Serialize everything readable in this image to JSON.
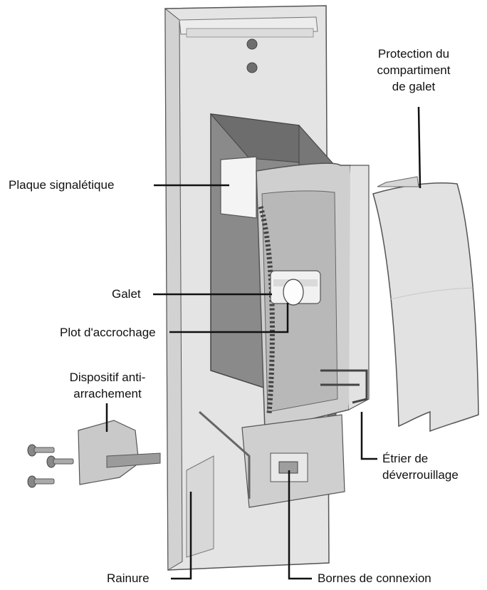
{
  "labels": {
    "protection": [
      "Protection du",
      "compartiment",
      "de galet"
    ],
    "plaque": "Plaque signalétique",
    "galet": "Galet",
    "plot": "Plot d'accrochage",
    "dispositif": [
      "Dispositif anti-",
      "arrachement"
    ],
    "etrier": [
      "Étrier de",
      "déverrouillage"
    ],
    "rainure": "Rainure",
    "bornes": "Bornes de connexion"
  },
  "colors": {
    "line": "#111111",
    "light": "#e6e6e6",
    "mid": "#c9c9c9",
    "dark": "#7a7a7a",
    "darker": "#5a5a5a",
    "outline": "#555555"
  }
}
